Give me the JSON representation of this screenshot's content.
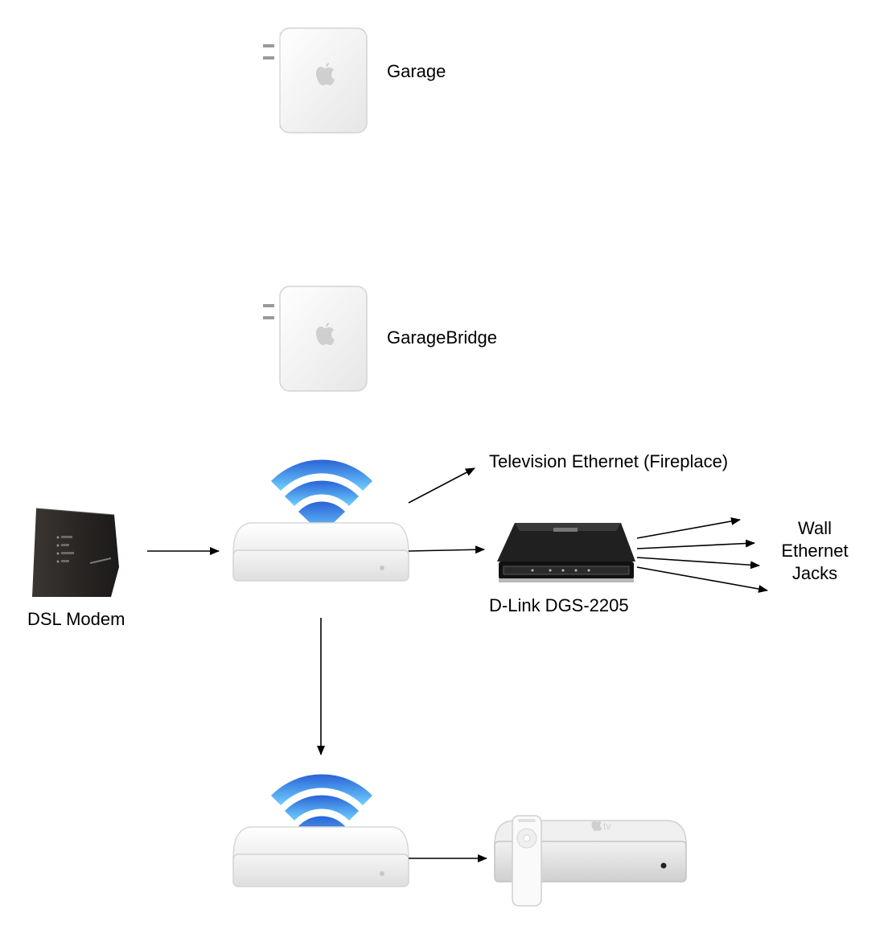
{
  "diagram": {
    "nodes": {
      "garage": {
        "label": "Garage",
        "device": "airport-express"
      },
      "garage_bridge": {
        "label": "GarageBridge",
        "device": "airport-express"
      },
      "main_base_station": {
        "label": "",
        "device": "airport-extreme"
      },
      "dsl_modem": {
        "label": "DSL Modem",
        "device": "dsl-modem"
      },
      "tv_ethernet": {
        "label": "Television Ethernet (Fireplace)"
      },
      "dlink_switch": {
        "label": "D-Link DGS-2205",
        "device": "ethernet-switch"
      },
      "wall_jacks": {
        "label_lines": [
          "Wall",
          "Ethernet",
          "Jacks"
        ]
      },
      "second_base_station": {
        "label": "",
        "device": "airport-extreme"
      },
      "apple_tv": {
        "label": "",
        "device": "apple-tv",
        "logo_text": "tv"
      }
    },
    "edges": [
      {
        "from": "dsl_modem",
        "to": "main_base_station"
      },
      {
        "from": "main_base_station",
        "to": "tv_ethernet"
      },
      {
        "from": "main_base_station",
        "to": "dlink_switch"
      },
      {
        "from": "dlink_switch",
        "to": "wall_jacks"
      },
      {
        "from": "dlink_switch",
        "to": "wall_jacks"
      },
      {
        "from": "dlink_switch",
        "to": "wall_jacks"
      },
      {
        "from": "dlink_switch",
        "to": "wall_jacks"
      },
      {
        "from": "main_base_station",
        "to": "second_base_station"
      },
      {
        "from": "second_base_station",
        "to": "apple_tv"
      }
    ],
    "colors": {
      "wifi_dark": "#2a63d6",
      "wifi_light": "#6fd0ff",
      "device_white": "#f4f4f4",
      "device_edge": "#d0d0d0",
      "switch_black": "#1e1e1e",
      "modem_dark": "#2b2826",
      "arrow": "#000000"
    }
  }
}
